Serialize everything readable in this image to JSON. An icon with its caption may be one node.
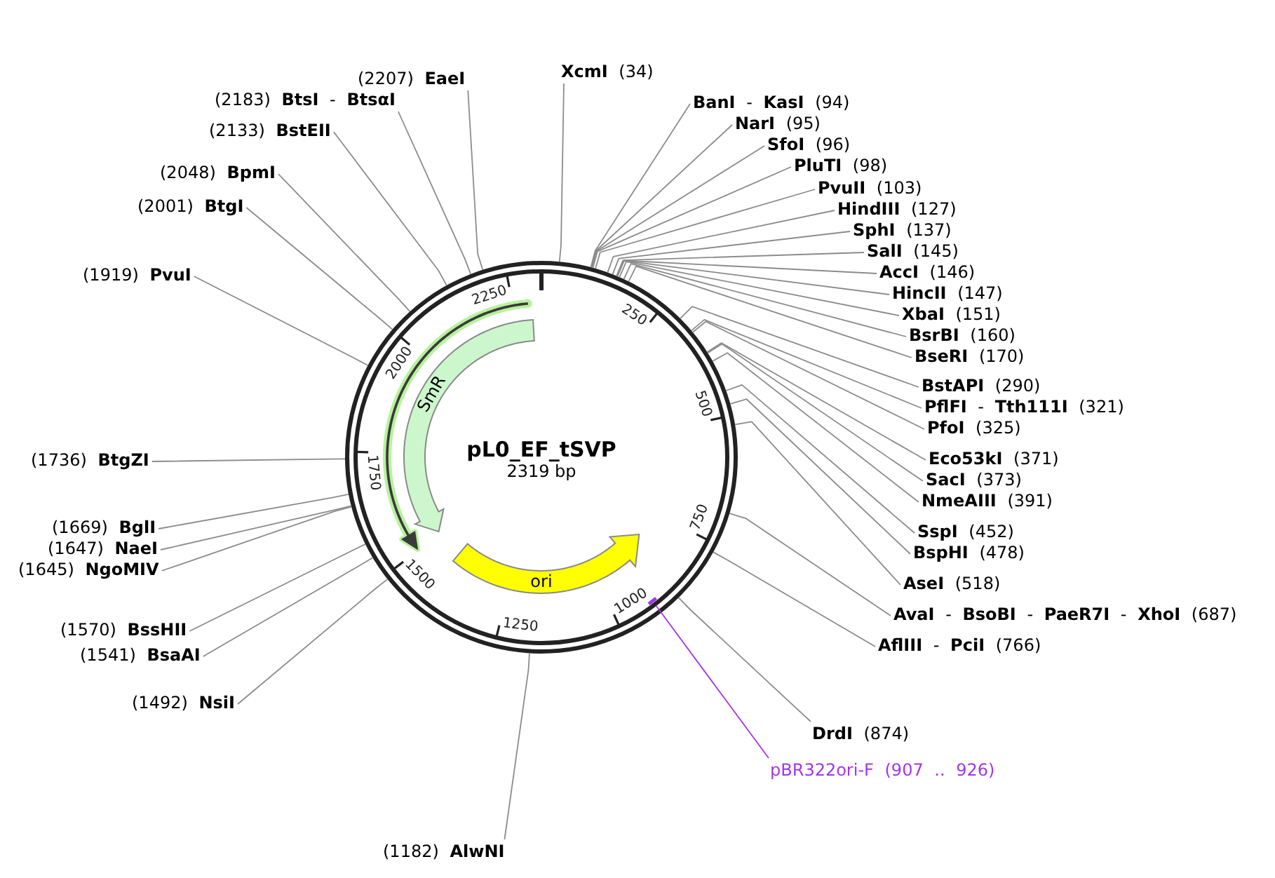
{
  "diagram": {
    "nodes": [
      {
        "text": [
          "pL0_EF_tSVP",
          "2319 bp"
        ]
      },
      {
        "text": [
          "SmR"
        ],
        "in": 0
      },
      {
        "text": [
          "ori"
        ],
        "in": 0
      },
      {
        "text": [],
        "shape": "bar",
        "in": 0
      },
      {
        "text": [
          "**XcmI** (34)"
        ]
      },
      {
        "text": [
          "**BanI** - **KasI** (94)"
        ]
      },
      {
        "text": [
          "**NarI** (95)"
        ]
      },
      {
        "text": [
          "**SfoI** (96)"
        ]
      },
      {
        "text": [
          "**PluTI** (98)"
        ]
      },
      {
        "text": [
          "**PvuII** (103)"
        ]
      },
      {
        "text": [
          "**HindIII** (127)"
        ]
      },
      {
        "text": [
          "**SphI** (137)"
        ]
      },
      {
        "text": [
          "**SalI** (145)"
        ]
      },
      {
        "text": [
          "**AccI** (146)"
        ]
      },
      {
        "text": [
          "**HincII** (147)"
        ]
      },
      {
        "text": [
          "**XbaI** (151)"
        ]
      },
      {
        "text": [
          "**BsrBI** (160)"
        ]
      },
      {
        "text": [
          "**BseRI** (170)"
        ]
      },
      {
        "text": [
          "**BstAPI** (290)"
        ]
      },
      {
        "text": [
          "**PflFI** - **Tth111I** (321)"
        ]
      },
      {
        "text": [
          "**PfoI** (325)"
        ]
      },
      {
        "text": [
          "**Eco53kI** (371)"
        ]
      },
      {
        "text": [
          "**SacI** (373)"
        ]
      },
      {
        "text": [
          "**NmeAIII** (391)"
        ]
      },
      {
        "text": [
          "**SspI** (452)"
        ]
      },
      {
        "text": [
          "**BspHI** (478)"
        ]
      },
      {
        "text": [
          "**AseI** (518)"
        ]
      },
      {
        "text": [
          "**AvaI** - **BsoBI** - **PaeR7I** - **XhoI** (687)"
        ]
      },
      {
        "text": [
          "**AflIII** - **PciI** (766)"
        ]
      },
      {
        "text": [
          "**DrdI** (874)"
        ]
      },
      {
        "text": [
          "pBR322ori-F (907 .. 926)"
        ]
      },
      {
        "text": [
          "(1182) **AlwNI**"
        ]
      },
      {
        "text": [
          "(1492) **NsiI**"
        ]
      },
      {
        "text": [
          "(1541) **BsaAI**"
        ]
      },
      {
        "text": [
          "(1570) **BssHII**"
        ]
      },
      {
        "text": [
          "(1645) **NgoMIV**"
        ]
      },
      {
        "text": [
          "(1647) **NaeI**"
        ]
      },
      {
        "text": [
          "(1669) **BglI**"
        ]
      },
      {
        "text": [
          "(1736) **BtgZI**"
        ]
      },
      {
        "text": [
          "(1919) **PvuI**"
        ]
      },
      {
        "text": [
          "(2001) **BtgI**"
        ]
      },
      {
        "text": [
          "(2048) **BpmI**"
        ]
      },
      {
        "text": [
          "(2133) **BstEII**"
        ]
      },
      {
        "text": [
          "(2183) **BtsI** - **BtsαI**"
        ]
      },
      {
        "text": [
          "(2207) **EaeI**"
        ]
      }
    ],
    "edges": [
      {
        "from": 4,
        "to": 0,
        "arrow": "none"
      },
      {
        "from": 5,
        "to": 0,
        "arrow": "none"
      },
      {
        "from": 6,
        "to": 0,
        "arrow": "none"
      },
      {
        "from": 7,
        "to": 0,
        "arrow": "none"
      },
      {
        "from": 8,
        "to": 0,
        "arrow": "none"
      },
      {
        "from": 9,
        "to": 0,
        "arrow": "none"
      },
      {
        "from": 10,
        "to": 0,
        "arrow": "none"
      },
      {
        "from": 11,
        "to": 0,
        "arrow": "none"
      },
      {
        "from": 12,
        "to": 0,
        "arrow": "none"
      },
      {
        "from": 13,
        "to": 0,
        "arrow": "none"
      },
      {
        "from": 14,
        "to": 0,
        "arrow": "none"
      },
      {
        "from": 15,
        "to": 0,
        "arrow": "none"
      },
      {
        "from": 16,
        "to": 0,
        "arrow": "none"
      },
      {
        "from": 17,
        "to": 0,
        "arrow": "none"
      },
      {
        "from": 18,
        "to": 0,
        "arrow": "none"
      },
      {
        "from": 19,
        "to": 0,
        "arrow": "none"
      },
      {
        "from": 20,
        "to": 0,
        "arrow": "none"
      },
      {
        "from": 21,
        "to": 0,
        "arrow": "none"
      },
      {
        "from": 22,
        "to": 0,
        "arrow": "none"
      },
      {
        "from": 23,
        "to": 0,
        "arrow": "none"
      },
      {
        "from": 24,
        "to": 0,
        "arrow": "none"
      },
      {
        "from": 25,
        "to": 0,
        "arrow": "none"
      },
      {
        "from": 26,
        "to": 0,
        "arrow": "none"
      },
      {
        "from": 27,
        "to": 0,
        "arrow": "none"
      },
      {
        "from": 28,
        "to": 0,
        "arrow": "none"
      },
      {
        "from": 29,
        "to": 0,
        "arrow": "none"
      },
      {
        "from": 30,
        "to": 3,
        "arrow": "none",
        "color": "#a335f0"
      },
      {
        "from": 31,
        "to": 0,
        "arrow": "none"
      },
      {
        "from": 32,
        "to": 0,
        "arrow": "none"
      },
      {
        "from": 33,
        "to": 0,
        "arrow": "none"
      },
      {
        "from": 34,
        "to": 0,
        "arrow": "none"
      },
      {
        "from": 35,
        "to": 0,
        "arrow": "none"
      },
      {
        "from": 36,
        "to": 0,
        "arrow": "none"
      },
      {
        "from": 37,
        "to": 0,
        "arrow": "none"
      },
      {
        "from": 38,
        "to": 0,
        "arrow": "none"
      },
      {
        "from": 39,
        "to": 0,
        "arrow": "none"
      },
      {
        "from": 40,
        "to": 0,
        "arrow": "none"
      },
      {
        "from": 41,
        "to": 0,
        "arrow": "none"
      },
      {
        "from": 42,
        "to": 0,
        "arrow": "none"
      },
      {
        "from": 43,
        "to": 0,
        "arrow": "none"
      },
      {
        "from": 44,
        "to": 0,
        "arrow": "none"
      }
    ],
    "labels": [
      "250",
      "500",
      "750",
      "1000",
      "1250",
      "1500",
      "1750",
      "2000",
      "2250"
    ]
  }
}
